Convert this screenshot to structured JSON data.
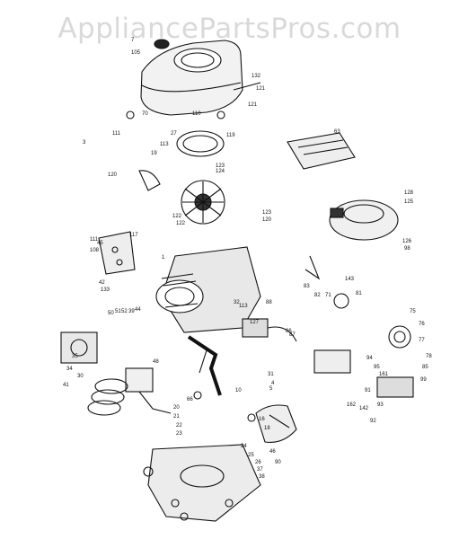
{
  "watermark": "AppliancePartsPros.com",
  "part_labels": [
    "7",
    "105",
    "132",
    "121",
    "121",
    "110",
    "70",
    "113",
    "119",
    "123",
    "124",
    "19",
    "27",
    "3",
    "111",
    "120",
    "122",
    "122",
    "117",
    "111",
    "1",
    "123",
    "120",
    "32",
    "50",
    "51",
    "52",
    "39",
    "44",
    "48",
    "45",
    "108",
    "42",
    "133",
    "113",
    "127",
    "86",
    "87",
    "88",
    "128",
    "125",
    "126",
    "98",
    "63",
    "31",
    "4",
    "5",
    "16",
    "18",
    "10",
    "66",
    "20",
    "21",
    "22",
    "23",
    "24",
    "25",
    "26",
    "37",
    "38",
    "30",
    "35",
    "34",
    "41",
    "46",
    "90",
    "91",
    "92",
    "93",
    "94",
    "95",
    "161",
    "162",
    "142",
    "143",
    "81",
    "83",
    "82",
    "71",
    "75",
    "76",
    "77",
    "78",
    "85",
    "99"
  ],
  "colors": {
    "ink": "#111111",
    "watermark": "#d9d9d9"
  }
}
